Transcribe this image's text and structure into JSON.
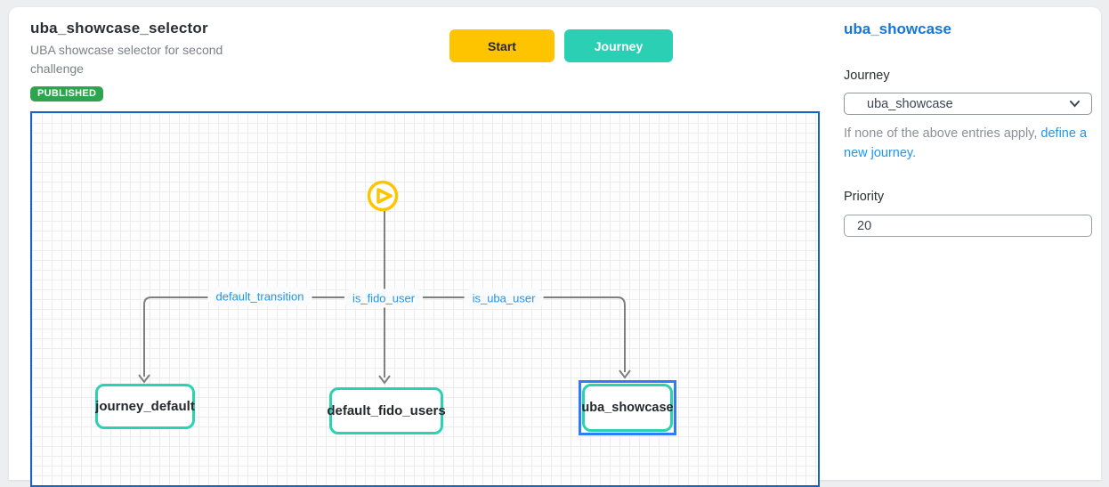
{
  "header": {
    "title": "uba_showcase_selector",
    "subtitle": "UBA showcase selector for second challenge",
    "status_badge": "PUBLISHED"
  },
  "toolbar": {
    "start_label": "Start",
    "journey_label": "Journey"
  },
  "canvas": {
    "start_icon": "play-icon",
    "edge_labels": [
      "default_transition",
      "is_fido_user",
      "is_uba_user"
    ],
    "nodes": [
      {
        "label": "journey_default",
        "selected": false
      },
      {
        "label": "default_fido_users",
        "selected": false
      },
      {
        "label": "uba_showcase",
        "selected": true
      }
    ]
  },
  "sidebar": {
    "title": "uba_showcase",
    "journey_label": "Journey",
    "journey_select_value": "uba_showcase",
    "helper_text_gray": "If none of the above entries apply, ",
    "helper_link_text": "define a new journey.",
    "priority_label": "Priority",
    "priority_value": "20"
  },
  "colors": {
    "accent_yellow": "#ffc400",
    "accent_teal": "#2bcfb4",
    "node_border_teal": "#2bd2b2",
    "selection_blue": "#2e7df6",
    "canvas_border_blue": "#1565c0",
    "link_blue": "#2196f3",
    "panel_title_blue": "#1777d3",
    "badge_green": "#2ea44f",
    "edge_gray": "#7f7f7f"
  }
}
